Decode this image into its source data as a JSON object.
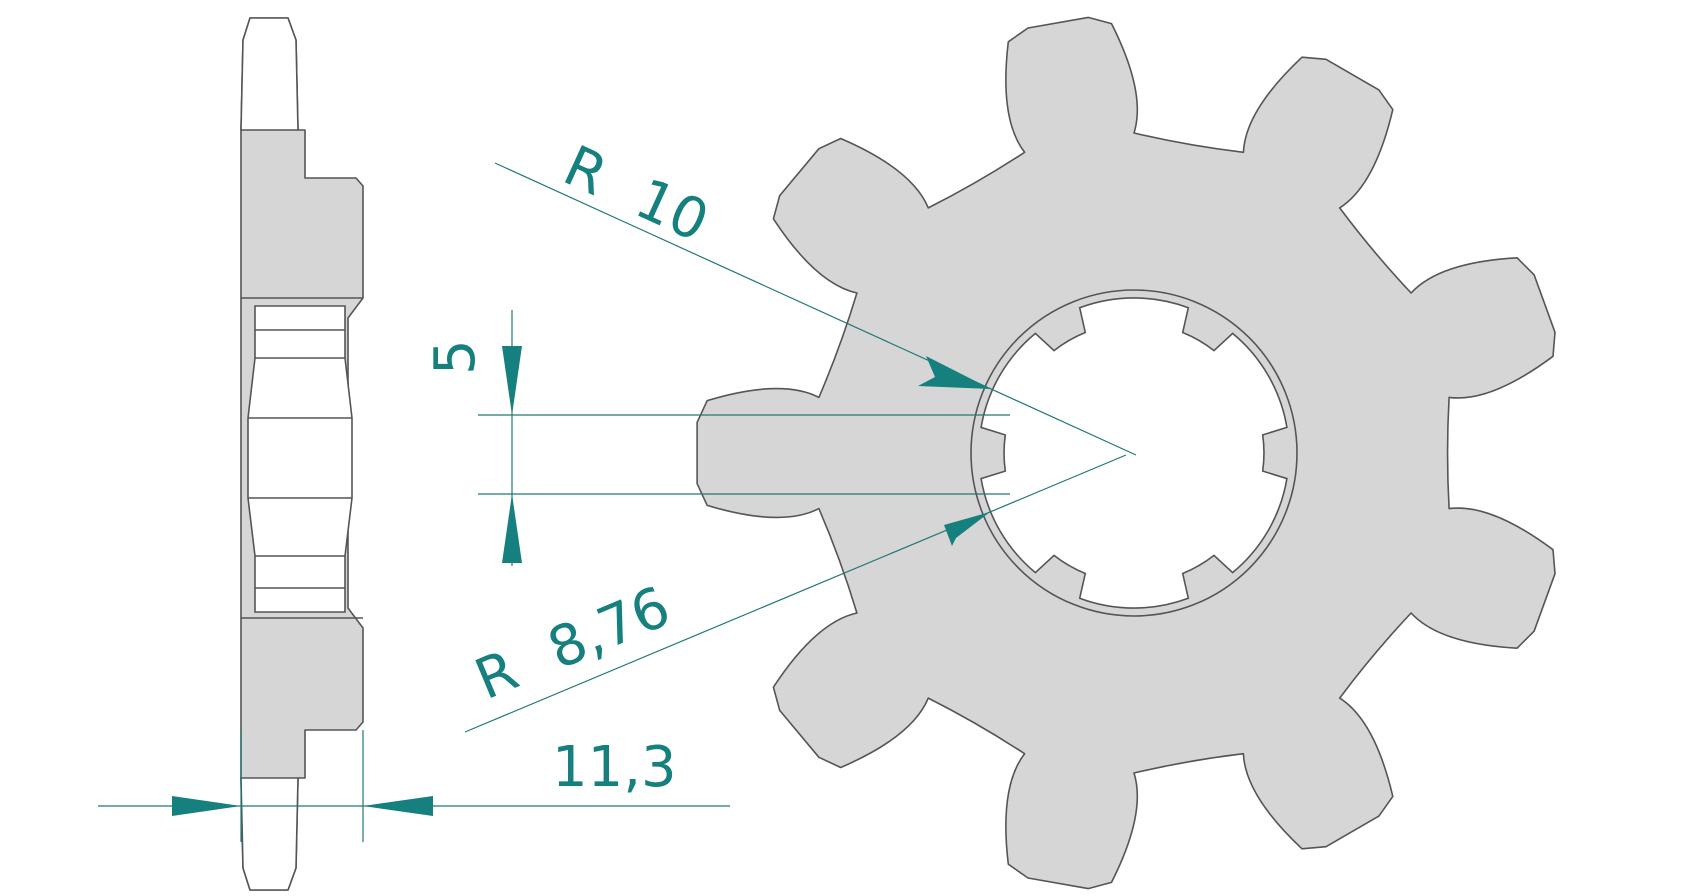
{
  "dimensions": {
    "outer_radius": {
      "prefix": "R",
      "value": "10"
    },
    "inner_radius": {
      "prefix": "R",
      "value": "8,76"
    },
    "spline_width": {
      "value": "5"
    },
    "thickness": {
      "value": "11,3"
    }
  },
  "sprocket": {
    "teeth": 9,
    "splines": 6
  },
  "colors": {
    "part_fill": "#d6d6d6",
    "outline": "#555555",
    "dimension": "#15807d"
  }
}
